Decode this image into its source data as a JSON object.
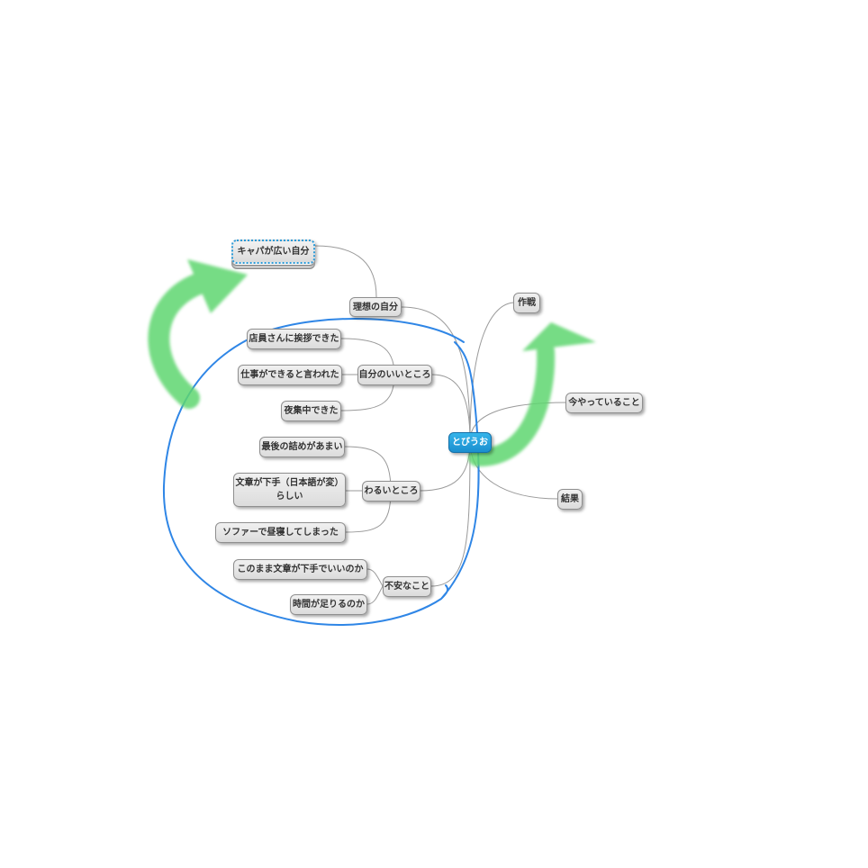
{
  "mindmap": {
    "root": {
      "label": "とびうお"
    },
    "left_topics": [
      {
        "label": "理想の自分",
        "children": [
          {
            "label": "キャパが広い自分",
            "selected": true
          }
        ]
      },
      {
        "label": "自分のいいところ",
        "children": [
          {
            "label": "店員さんに挨拶できた"
          },
          {
            "label": "仕事ができると言われた"
          },
          {
            "label": "夜集中できた"
          }
        ]
      },
      {
        "label": "わるいところ",
        "children": [
          {
            "label": "最後の詰めがあまい"
          },
          {
            "label": "文章が下手（日本語が変）\nらしい"
          },
          {
            "label": "ソファーで昼寝してしまった"
          }
        ]
      },
      {
        "label": "不安なこと",
        "children": [
          {
            "label": "このまま文章が下手でいいのか"
          },
          {
            "label": "時間が足りるのか"
          }
        ]
      }
    ],
    "right_topics": [
      {
        "label": "作戦"
      },
      {
        "label": "今やっていること"
      },
      {
        "label": "結果"
      }
    ]
  },
  "annotations": {
    "green_arrow_color": "#5fd66f",
    "blue_loop_color": "#2f86e6",
    "connector_color": "#9a9a9a",
    "root_color": "#2aa3df"
  }
}
